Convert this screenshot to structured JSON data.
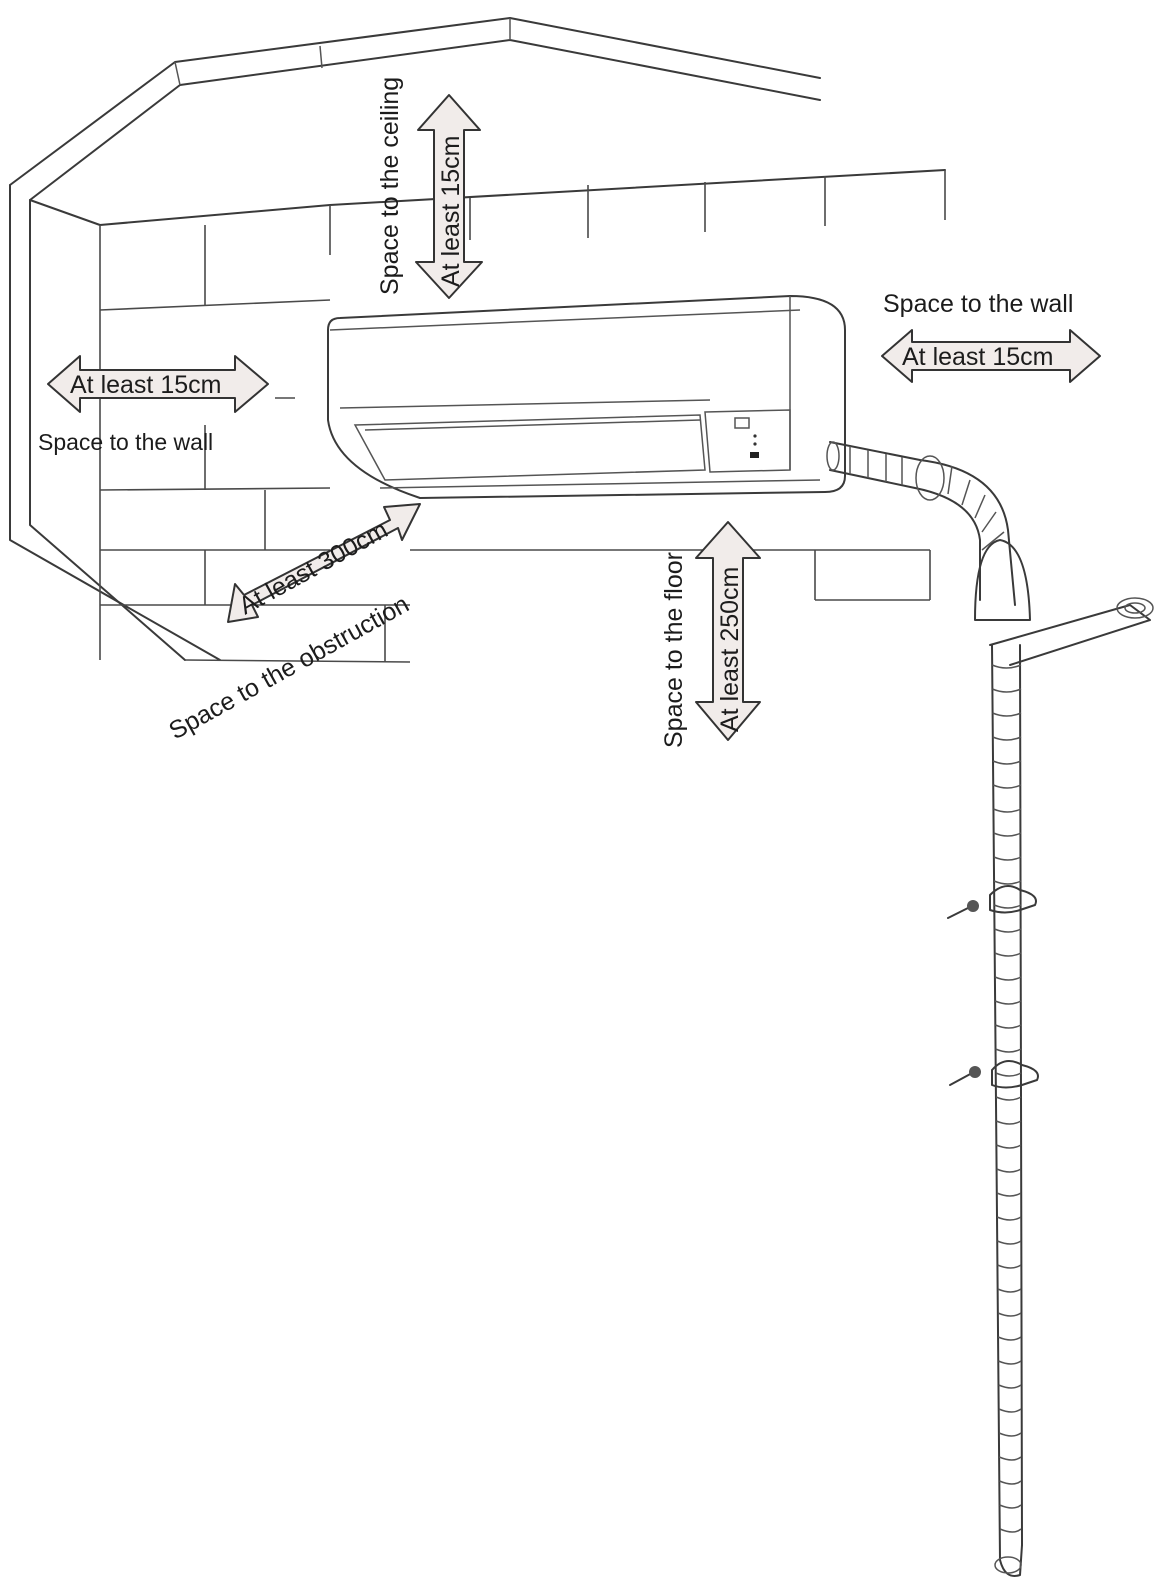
{
  "labels": {
    "ceiling_title": "Space to the ceiling",
    "ceiling_value": "At least 15cm",
    "left_wall_value": "At least 15cm",
    "left_wall_title": "Space to the wall",
    "right_wall_title": "Space to the wall",
    "right_wall_value": "At least 15cm",
    "obstruction_value": "At least 300cm",
    "obstruction_title": "Space to the obstruction",
    "floor_title": "Space to the floor",
    "floor_value": "At least 250cm"
  },
  "icons": [
    "double-arrow-icon",
    "screw-icon",
    "pipe-clamp-icon",
    "drain-hose-icon",
    "air-conditioner-unit"
  ]
}
